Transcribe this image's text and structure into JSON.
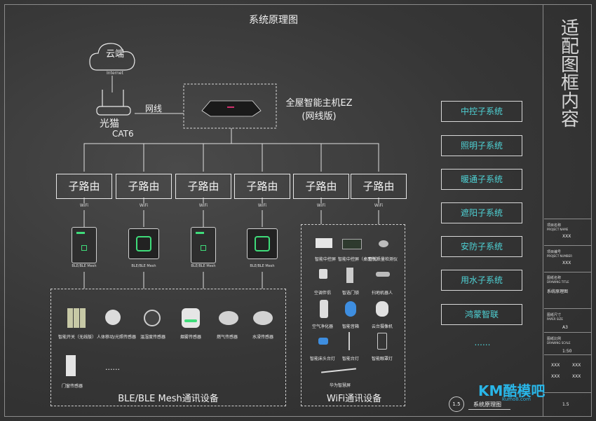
{
  "title": "系统原理图",
  "cloud": {
    "label": "云端",
    "link_label": "Internet"
  },
  "modem": {
    "label": "光猫",
    "cable_label": "CAT6",
    "wire_label": "网线"
  },
  "hub": {
    "name": "全屋智能主机EZ",
    "variant": "(网线版)"
  },
  "routers": [
    {
      "label": "子路由",
      "wifi": "WiFi"
    },
    {
      "label": "子路由",
      "wifi": "WiFi"
    },
    {
      "label": "子路由",
      "wifi": "WiFi"
    },
    {
      "label": "子路由",
      "wifi": "WiFi"
    },
    {
      "label": "子路由",
      "wifi": "WiFi"
    },
    {
      "label": "子路由",
      "wifi": "WiFi"
    }
  ],
  "mesh_gateways": [
    {
      "caption": "BLE/BLE Mesh"
    },
    {
      "caption": "BLE/BLE Mesh"
    },
    {
      "caption": "BLE/BLE Mesh"
    },
    {
      "caption": "BLE/BLE Mesh"
    }
  ],
  "ble_group": {
    "title": "BLE/BLE Mesh通讯设备",
    "devices": [
      "智能开关（无线版）",
      "人体移动/光照传感器",
      "温湿度传感器",
      "烟雾传感器",
      "燃气传感器",
      "水浸传感器",
      "门窗传感器"
    ],
    "more": "......"
  },
  "wifi_group": {
    "title": "WiFi通讯设备",
    "devices": [
      "智能中控屏",
      "智能中控屏（桌面版）",
      "空气质量检测仪",
      "空调伴侣",
      "智选门锁",
      "扫地机器人",
      "空气净化器",
      "智能音箱",
      "云台摄像机",
      "智能床头台灯",
      "智能台灯",
      "智能眼罩灯",
      "华为智慧屏"
    ]
  },
  "subsystems": [
    "中控子系统",
    "照明子系统",
    "暖通子系统",
    "遮阳子系统",
    "安防子系统",
    "用水子系统",
    "鸿蒙智联",
    "......"
  ],
  "frame_label": "适配图框内容",
  "title_block": [
    {
      "key": "项目名称",
      "sub": "PROJECT NAME",
      "value": "XXX"
    },
    {
      "key": "项目编号",
      "sub": "PROJECT NUMBER",
      "value": "XXX"
    },
    {
      "key": "图纸名称",
      "sub": "DRAWING TITLE",
      "value": "系统原理图"
    },
    {
      "key": "图纸尺寸",
      "sub": "PAPER SIZE",
      "value": "A3"
    },
    {
      "key": "图纸比例",
      "sub": "DRAWING SCALE",
      "value": "1:50"
    }
  ],
  "signatures": {
    "a": "XXX",
    "b": "XXX",
    "c": "XXX",
    "d": "XXX"
  },
  "sheet_number": "1.5",
  "sheet_title": "系统原理图",
  "watermark": {
    "brand": "KM酷模吧",
    "url": "kumo8.com"
  }
}
